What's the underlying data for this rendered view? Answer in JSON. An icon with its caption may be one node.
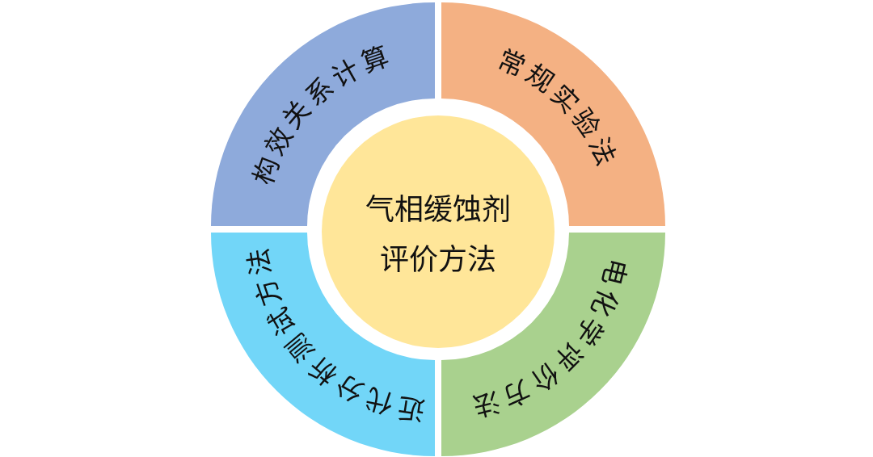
{
  "diagram": {
    "nodes": [
      {
        "text": [
          "气相缓蚀剂评价方法"
        ]
      },
      {
        "text": [
          "构效关系计算"
        ]
      },
      {
        "text": [
          "常规实验法"
        ]
      },
      {
        "text": [
          "电化学评价方法"
        ]
      },
      {
        "text": [
          "近代分析测试方法"
        ]
      }
    ]
  }
}
